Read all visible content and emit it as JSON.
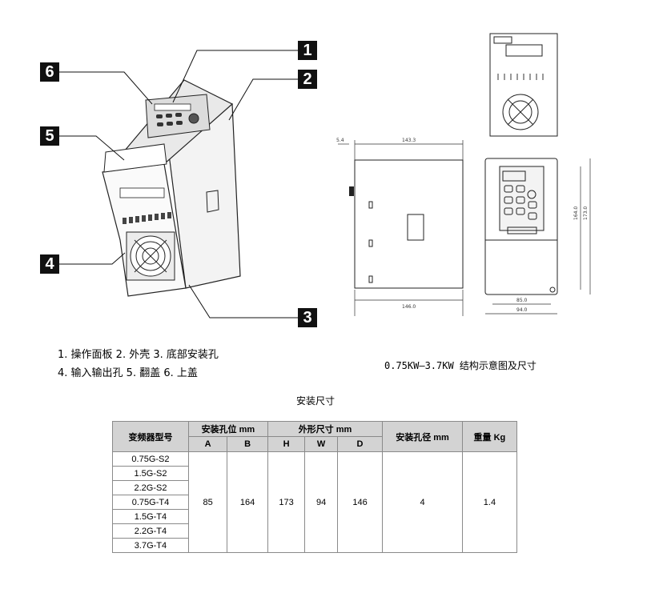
{
  "callouts": [
    "1",
    "2",
    "3",
    "4",
    "5",
    "6"
  ],
  "legend": {
    "line1": "1. 操作面板  2. 外壳  3. 底部安装孔",
    "line2": "4. 输入输出孔 5. 翻盖  6. 上盖"
  },
  "caption": "0.75KW—3.7KW 结构示意图及尺寸",
  "dimensions": {
    "top_offset": "5.4",
    "top_width": "143.3",
    "depth": "146.0",
    "height_a": "164.0",
    "height_b": "173.0",
    "width_a": "85.0",
    "width_b": "94.0"
  },
  "table": {
    "title": "安装尺寸",
    "headers": {
      "model": "变频器型号",
      "hole_pos": "安装孔位 mm",
      "outer": "外形尺寸 mm",
      "hole_dia": "安装孔径 mm",
      "weight": "重量 Kg"
    },
    "subheaders": [
      "A",
      "B",
      "H",
      "W",
      "D"
    ],
    "models": [
      "0.75G-S2",
      "1.5G-S2",
      "2.2G-S2",
      "0.75G-T4",
      "1.5G-T4",
      "2.2G-T4",
      "3.7G-T4"
    ],
    "values": {
      "A": "85",
      "B": "164",
      "H": "173",
      "W": "94",
      "D": "146",
      "hole": "4",
      "weight": "1.4"
    }
  }
}
